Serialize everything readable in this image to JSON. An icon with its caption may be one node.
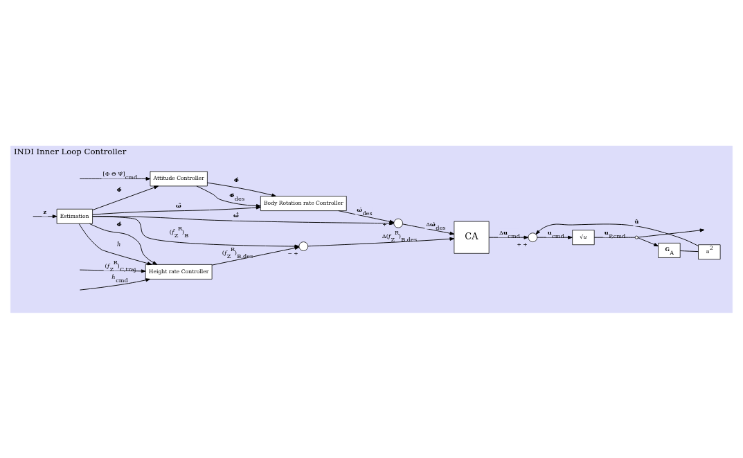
{
  "diagram": {
    "nodes": [
      {
        "text": [
          "INDI Inner Loop Controller"
        ]
      },
      {
        "text": [
          "Attitude Controller"
        ],
        "in": 0
      },
      {
        "text": [
          "Body Rotation rate Controller"
        ],
        "in": 0
      },
      {
        "text": [],
        "shape": "circle",
        "in": 0,
        "beside": [
          "+",
          "−"
        ]
      },
      {
        "text": [
          "CA"
        ],
        "in": 0
      },
      {
        "text": [],
        "shape": "circle",
        "in": 0,
        "beside": [
          "+",
          "+"
        ]
      },
      {
        "text": [
          "√*u*"
        ],
        "in": 0
      },
      {
        "text": [],
        "shape": "point",
        "in": 0
      },
      {
        "text": [
          "**G**$_{A}$"
        ],
        "in": 0
      },
      {
        "text": [
          "*u*$^{2}$"
        ],
        "in": 0
      },
      {
        "text": [
          "Estimation"
        ],
        "in": 0
      },
      {
        "text": [
          "Height rate Controller"
        ],
        "in": 0
      },
      {
        "text": [],
        "shape": "circle",
        "in": 0,
        "beside": [
          "−",
          "+"
        ]
      }
    ],
    "edges": [
      {
        "from": null,
        "to": 1,
        "arrow": "to",
        "label": "[Φ Θ Ψ̇]$_{cmd}$"
      },
      {
        "from": 1,
        "to": 2,
        "arrow": "to",
        "label": "**Φ̇**$_{des}$"
      },
      {
        "from": 1,
        "to": 2,
        "arrow": "to",
        "label": "**Φ̂**"
      },
      {
        "from": 2,
        "to": 3,
        "arrow": "to",
        "label": "**ω̇**$_{des}$"
      },
      {
        "from": 3,
        "to": 4,
        "arrow": "to",
        "label": "Δ**ω̇**$_{des}$"
      },
      {
        "from": 4,
        "to": 5,
        "arrow": "to",
        "label": "Δ**u**$_{cmd}$"
      },
      {
        "from": 5,
        "to": 6,
        "arrow": "to",
        "label": "**u**$_{cmd}$"
      },
      {
        "from": 6,
        "to": 7,
        "arrow": "none",
        "label": "**u**$_{P,cmd}$"
      },
      {
        "from": 7,
        "to": null,
        "arrow": "to"
      },
      {
        "from": 7,
        "to": 8,
        "arrow": "to"
      },
      {
        "from": 8,
        "to": 9,
        "arrow": "none"
      },
      {
        "from": 9,
        "to": 5,
        "arrow": "to",
        "label": "**û**"
      },
      {
        "from": null,
        "to": 10,
        "arrow": "to",
        "label": "**z**"
      },
      {
        "from": 10,
        "to": 1,
        "arrow": "to",
        "label": "**Φ̂**"
      },
      {
        "from": 10,
        "to": 2,
        "arrow": "to",
        "label": "**ω̂**"
      },
      {
        "from": 10,
        "to": 3,
        "arrow": "to",
        "label": "**ω̂̇**"
      },
      {
        "from": 10,
        "to": 12,
        "arrow": "to",
        "label": "(*f̂*$_{Z}$$^{R}$)$_{B}$"
      },
      {
        "from": 10,
        "to": 11,
        "arrow": "to",
        "label": "*ĥ̇*"
      },
      {
        "from": 10,
        "to": 11,
        "arrow": "to",
        "label": "**Φ̂**"
      },
      {
        "from": null,
        "to": 11,
        "arrow": "to",
        "label": "*ḣ*$_{cmd}$"
      },
      {
        "from": null,
        "to": 11,
        "arrow": "to",
        "label": "(*f*$_{Z}$$^{R}$)$_{C,traj}$"
      },
      {
        "from": 11,
        "to": 12,
        "arrow": "to",
        "label": "(*f*$_{Z}$$^{R}$)$_{B,des}$"
      },
      {
        "from": 12,
        "to": 4,
        "arrow": "to",
        "label": "Δ(*f*$_{Z}$$^{R}$)$_{B,des}$"
      }
    ]
  }
}
